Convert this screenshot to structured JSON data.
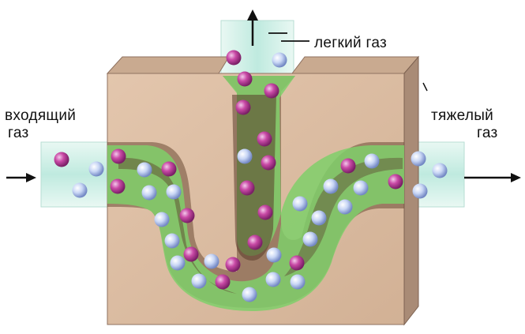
{
  "labels": {
    "light_gas": "легкий газ",
    "incoming_gas_line1": "входящий",
    "incoming_gas_line2": "газ",
    "heavy_gas_line1": "тяжелый",
    "heavy_gas_line2": "газ"
  },
  "colors": {
    "block_front": "#dcbea3",
    "block_side": "#a98b76",
    "block_top": "#c7a88f",
    "channel_green": "#7fcf6a",
    "channel_dark": "#5a3a2a",
    "pipe_glass": "#cfeee4",
    "heavy_molecule": "#c94aa6",
    "light_molecule": "#c8d6f5",
    "arrow": "#111111"
  },
  "icons": [
    "arrow-up-icon",
    "arrow-right-icon",
    "heavy-molecule-icon",
    "light-molecule-icon"
  ]
}
